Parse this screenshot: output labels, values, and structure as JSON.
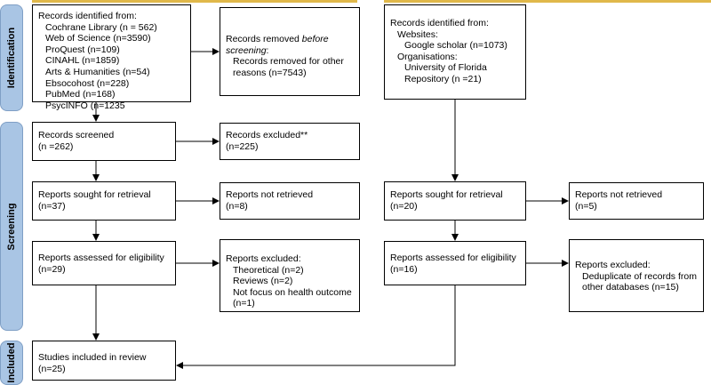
{
  "phases": {
    "identification": "Identification",
    "screening": "Screening",
    "included": "Included"
  },
  "left": {
    "identified": {
      "title": "Records identified from:",
      "sources": [
        "Cochrane Library (n = 562)",
        "Web of Science (n=3590)",
        "ProQuest (n=109)",
        "CINAHL (n=1859)",
        "Arts & Humanities (n=54)",
        "Ebsocohost (n=228)",
        "PubMed (n=168)",
        "PsycINFO (n=1235"
      ]
    },
    "removed": {
      "line1_a": "Records removed ",
      "line1_b": "before",
      "line2": "screening",
      "line2_b": ":",
      "line3": "Records removed for other",
      "line4": "reasons (n=7543)"
    },
    "screened": {
      "label": "Records screened",
      "count": "(n =262)"
    },
    "excluded": {
      "label": "Records excluded**",
      "count": "(n=225)"
    },
    "sought": {
      "label": "Reports sought for retrieval",
      "count": "(n=37)"
    },
    "not_retrieved": {
      "label": "Reports not retrieved",
      "count": "(n=8)"
    },
    "assessed": {
      "label": "Reports assessed for eligibility",
      "count": "(n=29)"
    },
    "reports_excluded": {
      "title": "Reports excluded:",
      "reasons": [
        "Theoretical (n=2)",
        "Reviews (n=2)",
        "Not focus on health outcome",
        "(n=1)"
      ]
    },
    "included": {
      "label": "Studies included in review",
      "count": "(n=25)"
    }
  },
  "right": {
    "identified": {
      "title": "Records identified from:",
      "websites_label": "Websites:",
      "websites": "Google scholar (n=1073)",
      "orgs_label": "Organisations:",
      "orgs": [
        "University of Florida",
        "Repository (n =21)"
      ]
    },
    "sought": {
      "label": "Reports sought for retrieval",
      "count": "(n=20)"
    },
    "not_retrieved": {
      "label": "Reports not retrieved",
      "count": "(n=5)"
    },
    "assessed": {
      "label": "Reports assessed for eligibility",
      "count": "(n=16)"
    },
    "reports_excluded": {
      "title": "Reports excluded:",
      "reasons": [
        "Deduplicate of records from",
        "other databases (n=15)"
      ]
    }
  },
  "colors": {
    "phase_fill": "#a9c5e4",
    "header_line": "#e0b84a",
    "line": "#000000"
  }
}
